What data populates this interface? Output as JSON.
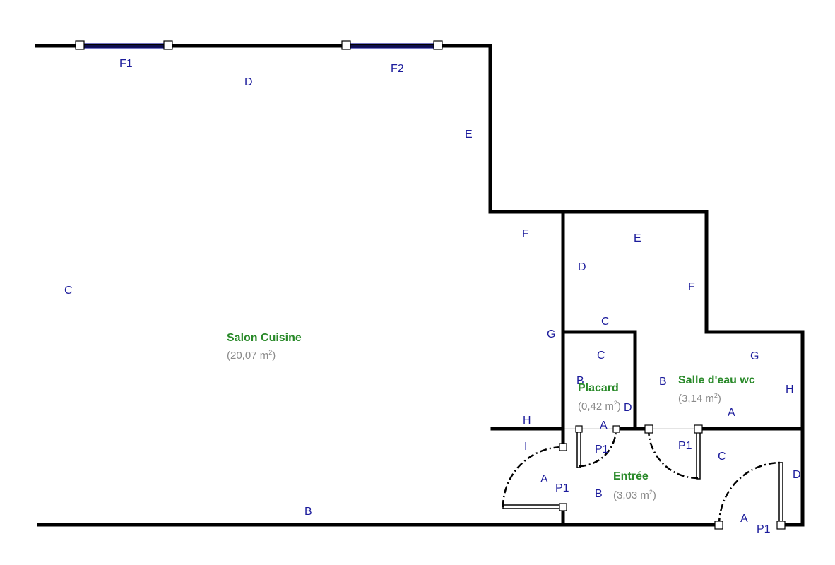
{
  "rooms": {
    "salon": {
      "name": "Salon Cuisine",
      "area": "(20,07 m",
      "area_unit_sup": "2",
      "area_close": ")"
    },
    "placard": {
      "name": "Placard",
      "area": "(0,42 m",
      "area_unit_sup": "2",
      "area_close": ")"
    },
    "salle": {
      "name": "Salle d'eau wc",
      "area": "(3,14 m",
      "area_unit_sup": "2",
      "area_close": ")"
    },
    "entree": {
      "name": "Entrée",
      "area": "(3,03 m",
      "area_unit_sup": "2",
      "area_close": ")"
    }
  },
  "labels": {
    "window1": "F1",
    "window2": "F2",
    "salon": {
      "d": "D",
      "e": "E",
      "f": "F",
      "c": "C",
      "b": "B",
      "h": "H",
      "g": "G",
      "i": "I"
    },
    "salle": {
      "d": "D",
      "e": "E",
      "f": "F",
      "c": "C",
      "g": "G",
      "h": "H",
      "b": "B",
      "a": "A"
    },
    "placard": {
      "c": "C",
      "b": "B",
      "d": "D",
      "a": "A"
    },
    "entree": {
      "a_left": "A",
      "b": "B",
      "c": "C",
      "d": "D",
      "a_right": "A"
    },
    "doors": {
      "p1_salon": "P1",
      "p1_placard": "P1",
      "p1_salle": "P1",
      "p1_entree": "P1"
    }
  },
  "colors": {
    "wall": "#000000",
    "label": "#1c1c9c",
    "room_name": "#2a8a2a",
    "room_area": "#8a8a8a",
    "window": "#1c1c9c"
  }
}
